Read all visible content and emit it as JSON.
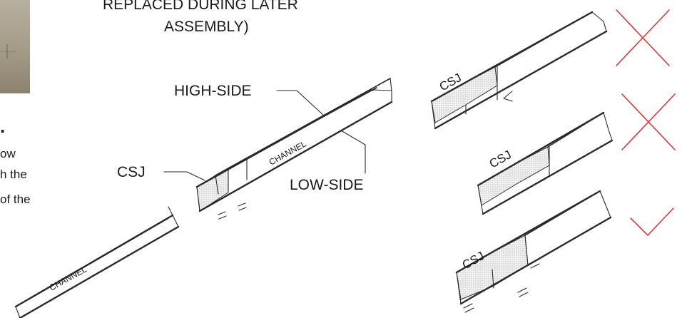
{
  "top_caption": {
    "line1": "REPLACED DURING LATER",
    "line2": "ASSEMBLY)"
  },
  "left_caption": {
    "bullet": ".",
    "line1": "ow",
    "line2": "h the",
    "line3": "of the"
  },
  "labels": {
    "high_side": "HIGH-SIDE",
    "low_side": "LOW-SIDE",
    "csj_main": "CSJ",
    "channel_main": "CHANNEL",
    "channel_lower": "CHANNEL",
    "csj_option_1": "CSJ",
    "csj_option_2": "CSJ",
    "csj_option_3": "CSJ"
  },
  "verdicts": {
    "option_1": "incorrect",
    "option_2": "incorrect",
    "option_3": "correct"
  },
  "colors": {
    "photo_bg": "#a39a86",
    "line": "#2a2a2a",
    "text": "#1a1a1a",
    "mark": "#e0343a"
  },
  "icons": {
    "incorrect": "red-x-icon",
    "correct": "red-check-icon"
  }
}
